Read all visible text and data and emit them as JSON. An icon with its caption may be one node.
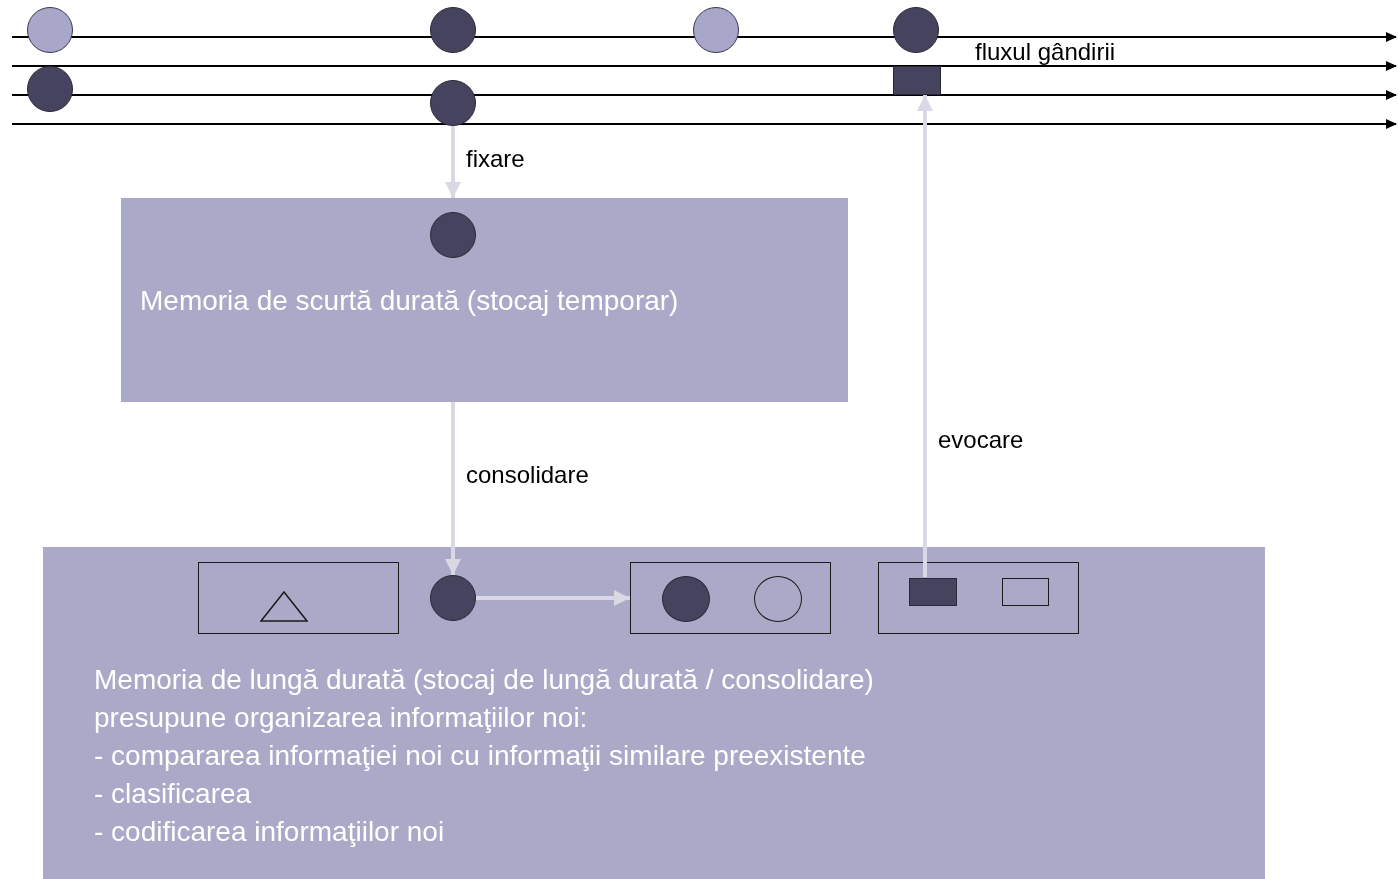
{
  "diagram": {
    "nodes": [
      {
        "text": [],
        "shape": "circle"
      },
      {
        "text": [],
        "shape": "circle"
      },
      {
        "text": [],
        "shape": "circle"
      },
      {
        "text": [],
        "shape": "circle"
      },
      {
        "text": [],
        "shape": "circle"
      },
      {
        "text": [],
        "shape": "box"
      },
      {
        "text": [],
        "shape": "circle"
      },
      {
        "text": [
          "Memoria de scurtă durată (stocaj temporar)"
        ]
      },
      {
        "text": [],
        "shape": "circle",
        "in": 7
      },
      {
        "text": [
          "Memoria de lungă durată (stocaj de lungă durată / consolidare)",
          "presupune organizarea informaţiilor noi:",
          "- compararea informaţiei noi cu informaţii similare preexistente",
          "- clasificarea",
          "- codificarea informaţiilor noi"
        ]
      },
      {
        "text": [],
        "shape": "box",
        "in": 9
      },
      {
        "text": [],
        "shape": "triangle",
        "in": 10
      },
      {
        "text": [],
        "shape": "circle",
        "in": 9
      },
      {
        "text": [],
        "shape": "box",
        "in": 9
      },
      {
        "text": [],
        "shape": "circle",
        "in": 13
      },
      {
        "text": [],
        "shape": "circle",
        "in": 13
      },
      {
        "text": [],
        "shape": "box",
        "in": 9
      },
      {
        "text": [],
        "shape": "box",
        "in": 16
      },
      {
        "text": [],
        "shape": "box",
        "in": 16
      }
    ],
    "edges": [
      {
        "from": 6,
        "to": 7,
        "arrow": "to",
        "label": "fixare"
      },
      {
        "from": 7,
        "to": 12,
        "arrow": "to",
        "label": "consolidare"
      },
      {
        "from": 12,
        "to": 13,
        "arrow": "to"
      },
      {
        "from": 17,
        "to": 5,
        "arrow": "to",
        "label": "evocare"
      }
    ],
    "labels": [
      "fluxul gândirii"
    ]
  }
}
